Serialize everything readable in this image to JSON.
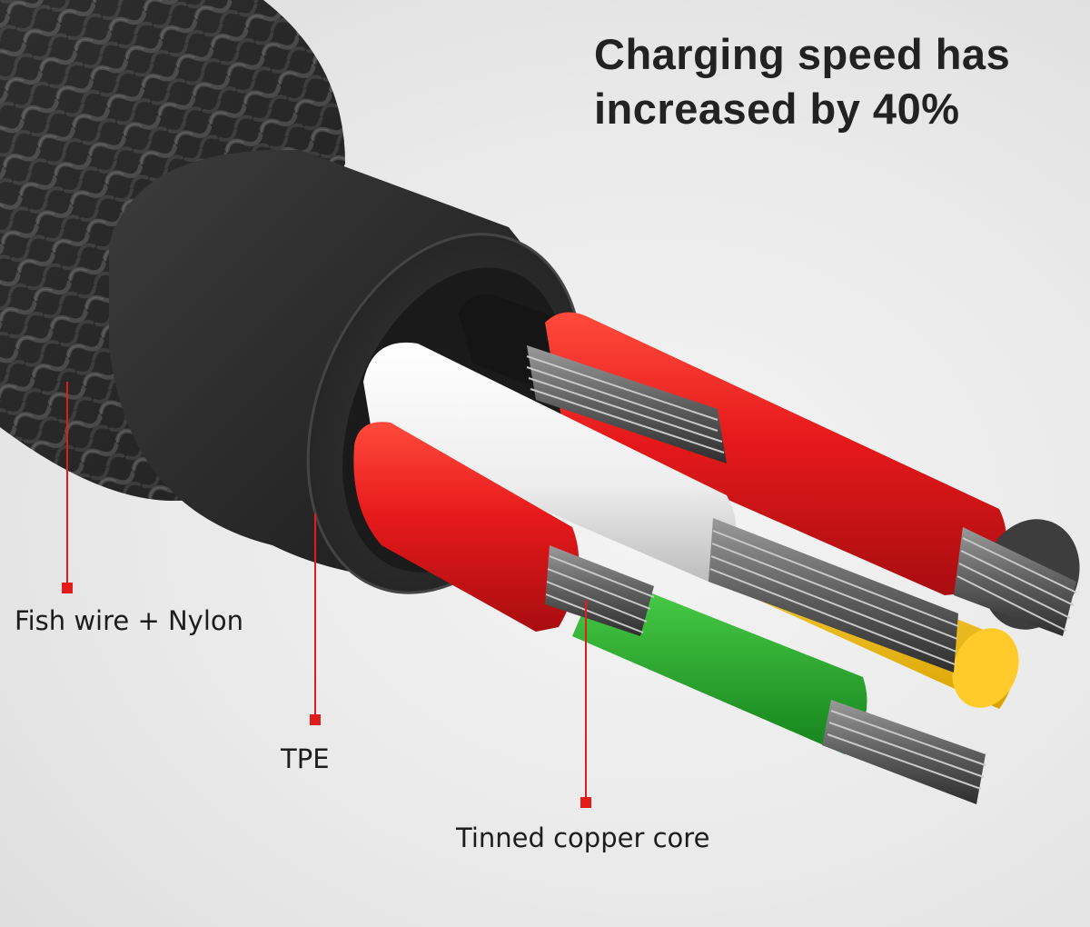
{
  "headline": {
    "line1": "Charging speed has",
    "line2": "increased by 40%"
  },
  "callouts": {
    "nylon": "Fish wire + Nylon",
    "tpe": "TPE",
    "core": "Tinned copper core"
  },
  "colors": {
    "callout_line": "#e21b1b",
    "jacket": "#2d2d2d",
    "wire_red": "#e6191b",
    "wire_white": "#f2f2f2",
    "wire_yellow": "#f2c318",
    "wire_green": "#23a82b",
    "copper_strand": "#6f6f6f"
  }
}
